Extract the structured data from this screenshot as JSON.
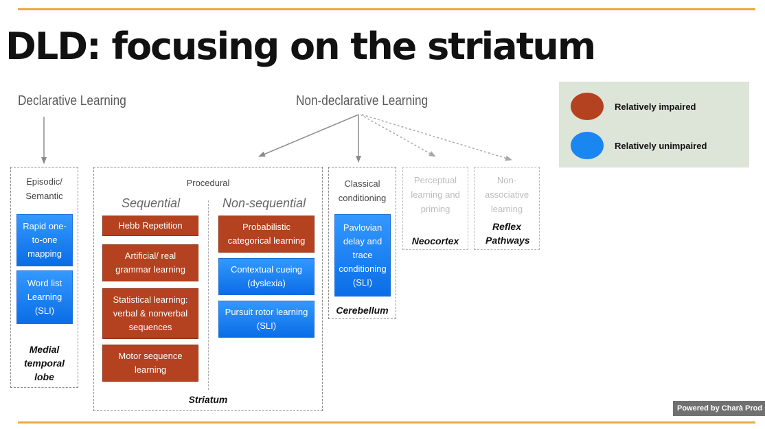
{
  "slide": {
    "title": "DLD: focusing on the striatum",
    "declarative_header": "Declarative Learning",
    "nondeclarative_header": "Non-declarative Learning"
  },
  "boxes": {
    "episodic": {
      "label": "Episodic/ Semantic",
      "items": [
        "Rapid one-to-one mapping",
        "Word list Learning (SLI)"
      ],
      "region": "Medial temporal lobe"
    },
    "procedural": {
      "label": "Procedural",
      "sequential_label": "Sequential",
      "nonsequential_label": "Non-sequential",
      "sequential_items": [
        "Hebb Repetition",
        "Artificial/ real grammar learning",
        "Statistical learning: verbal & nonverbal sequences",
        "Motor sequence learning"
      ],
      "nonsequential_items": [
        "Probabilistic categorical learning",
        "Contextual cueing (dyslexia)",
        "Pursuit rotor learning (SLI)"
      ],
      "region": "Striatum"
    },
    "classical": {
      "label": "Classical conditioning",
      "items": [
        "Pavlovian delay and trace conditioning (SLI)"
      ],
      "region": "Cerebellum"
    },
    "perceptual": {
      "label": "Perceptual learning and priming",
      "region": "Neocortex"
    },
    "nonassociative": {
      "label": "Non-associative learning",
      "region": "Reflex Pathways"
    }
  },
  "legend": {
    "impaired": {
      "label": "Relatively impaired",
      "color": "#b4411f"
    },
    "unimpaired": {
      "label": "Relatively unimpaired",
      "color": "#1a86f0"
    }
  },
  "watermark": "Powered by Charà Prod"
}
